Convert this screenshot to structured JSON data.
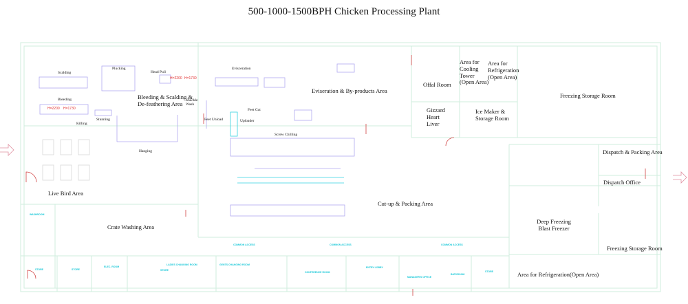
{
  "title": "500-1000-1500BPH Chicken Processing Plant",
  "areas": {
    "bleeding_scalding": "Bleeding & Scalding &",
    "bleeding_scalding_2": "De-feathering Area",
    "evisceration_area": "Eviseration & By-products Area",
    "offal": "Offal Room",
    "cooling_tower": [
      "Area for",
      "Cooling",
      "Tower",
      "(Open Area)"
    ],
    "refrigeration_open": [
      "Area for",
      "Refrigeration",
      "(Open Area)"
    ],
    "freezing_storage_1": "Freezing Storage Room",
    "gizzard": [
      "Gizzard",
      "Heart",
      "Liver"
    ],
    "ice_maker": [
      "Ice Maker &",
      "Storage Room"
    ],
    "dispatch_packing": "Dispatch & Packing Area",
    "dispatch_office": "Dispatch Office",
    "live_bird": "Live Bird Area",
    "crate_washing": "Crate Washing Area",
    "cutup_packing": "Cut-up & Packing Area",
    "deep_freezing": [
      "Deep Freezing",
      "Blast Freezer"
    ],
    "freezing_storage_2": "Freezing Storage Room",
    "refrigeration_bottom": "Area for Refrigeration(Open Area)"
  },
  "equipment": {
    "scalding": "Scalding",
    "plucking": "Plucking",
    "head_pull": "Head Pull",
    "bleeding": "Bleeding",
    "stunning": "Stunning",
    "killing": "Killing",
    "hanging": "Hanging",
    "shackle_wash": [
      "Shackle",
      "Wash"
    ],
    "evisceration": "Evisceration",
    "feet_cut": "Feet Cut",
    "feet_unload": "Feet Unload",
    "uploader": "Uploader",
    "screw_chilling": "Screw Chilling"
  },
  "dimensions": {
    "h1": "H=2200",
    "h2": "H=1730",
    "h3": "H=2200",
    "h4": "H=1730"
  },
  "rooms": {
    "washroom": "WASHROOM",
    "store1": "STORE",
    "store2": "STORE",
    "elec": "ELEC. ROOM",
    "ladies": "LADIES CHANGING ROOM",
    "store3": "STORE",
    "gents": "GENTS CHANGING ROOM",
    "common1": "COMMON ACCESS",
    "common2": "COMMON ACCESS",
    "common3": "COMMON ACCESS",
    "conference": "CONFERENCE ROOM",
    "lobby": "ENTRY LOBBY",
    "manager": "MANAGER'S OFFICE",
    "bathroom": "BATHROOM",
    "store4": "STORE"
  }
}
